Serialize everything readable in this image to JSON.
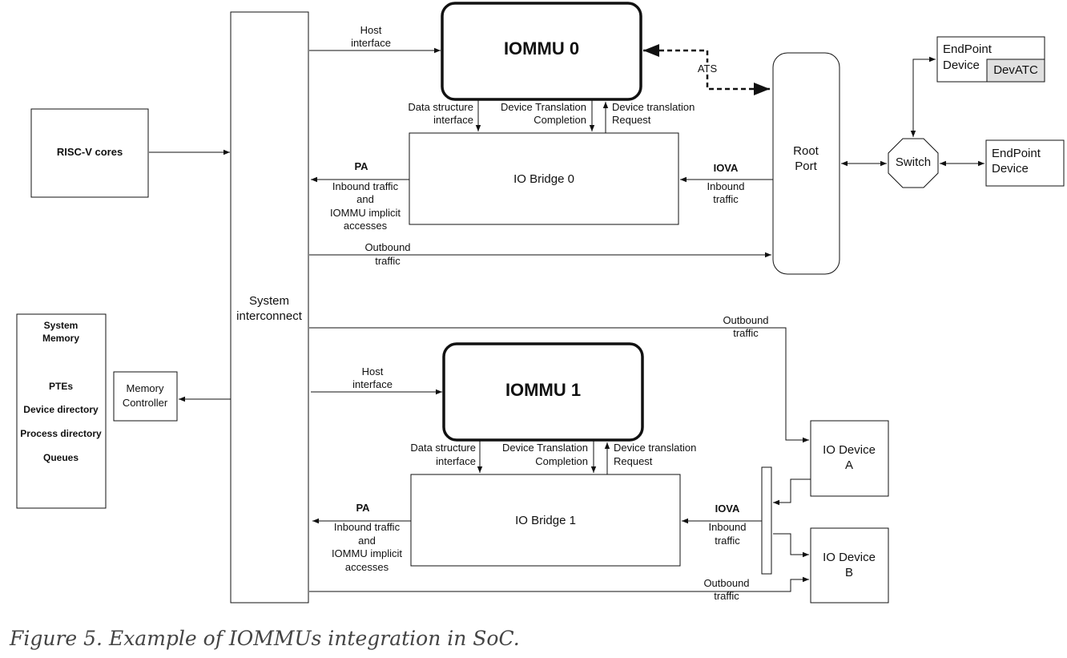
{
  "blocks": {
    "risc_v": "RISC-V cores",
    "system_interconnect": [
      "System",
      "interconnect"
    ],
    "system_memory_title": [
      "System",
      "Memory"
    ],
    "system_memory_items": [
      "PTEs",
      "Device directory",
      "Process directory",
      "Queues"
    ],
    "memory_controller": [
      "Memory",
      "Controller"
    ],
    "iommu0": "IOMMU 0",
    "iommu1": "IOMMU 1",
    "io_bridge0": "IO Bridge 0",
    "io_bridge1": "IO Bridge 1",
    "root_port": [
      "Root",
      "Port"
    ],
    "switch": "Switch",
    "endpoint_devatc": [
      "EndPoint",
      "Device"
    ],
    "devatc": "DevATC",
    "endpoint_device": [
      "EndPoint",
      "Device"
    ],
    "io_device_a": [
      "IO Device",
      "A"
    ],
    "io_device_b": [
      "IO Device",
      "B"
    ]
  },
  "labels": {
    "host_interface": [
      "Host",
      "interface"
    ],
    "data_structure_interface": [
      "Data structure",
      "interface"
    ],
    "device_translation_completion": [
      "Device Translation",
      "Completion"
    ],
    "device_translation_request": [
      "Device translation",
      "Request"
    ],
    "ats": "ATS",
    "pa": "PA",
    "iova": "IOVA",
    "inbound_traffic_pa": [
      "Inbound traffic",
      "and",
      "IOMMU implicit",
      "accesses"
    ],
    "inbound_traffic": [
      "Inbound",
      "traffic"
    ],
    "outbound_traffic": [
      "Outbound",
      "traffic"
    ]
  },
  "caption": "Figure 5. Example of IOMMUs integration in SoC."
}
